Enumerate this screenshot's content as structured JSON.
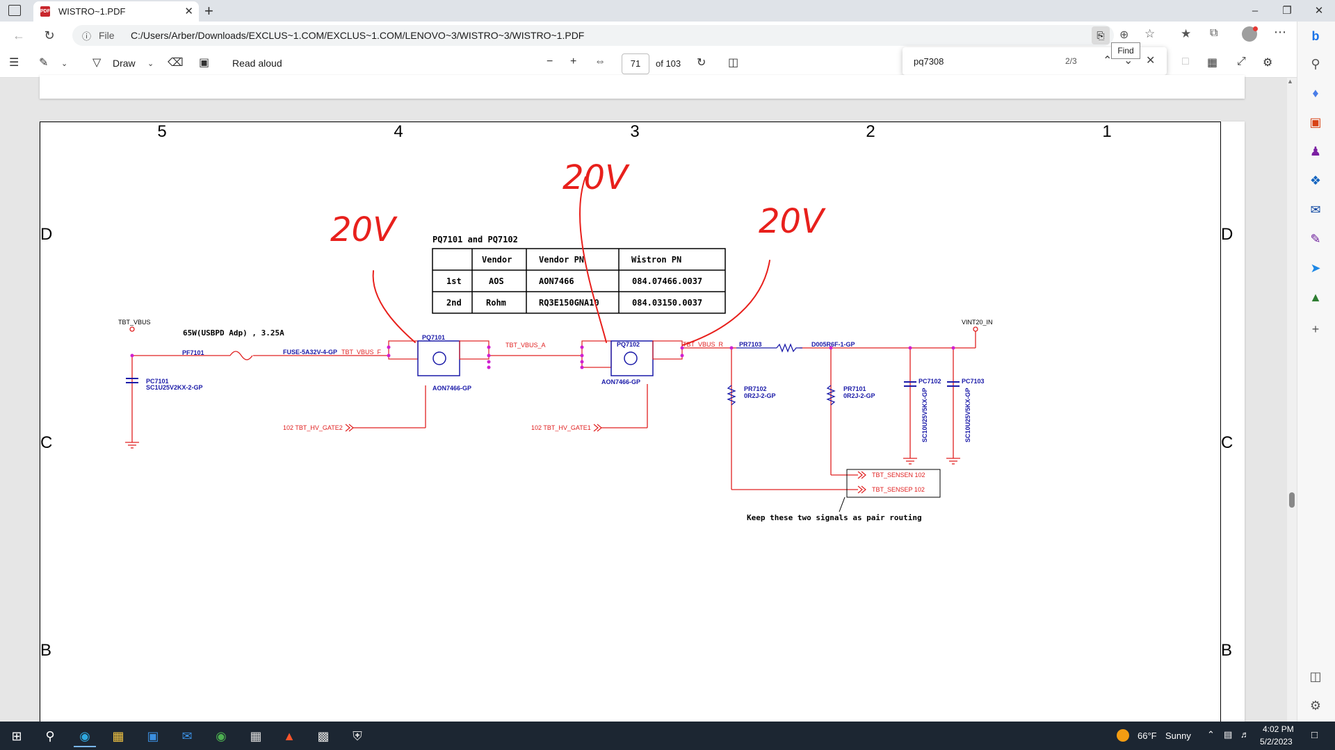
{
  "browser": {
    "tab_title": "WISTRO~1.PDF",
    "tab_close": "✕",
    "new_tab": "+",
    "address": {
      "scheme_label": "File",
      "url": "C:/Users/Arber/Downloads/EXCLUS~1.COM/EXCLUS~1.COM/LENOVO~3/WISTRO~3/WISTRO~1.PDF"
    }
  },
  "pdf_toolbar": {
    "draw_label": "Draw",
    "read_aloud_label": "Read aloud",
    "page_number": "71",
    "page_total": "of 103"
  },
  "find": {
    "query": "pq7308",
    "count": "2/3",
    "tooltip": "Find"
  },
  "schematic": {
    "zone_columns": [
      "5",
      "4",
      "3",
      "2",
      "1"
    ],
    "zone_rows": [
      "D",
      "C",
      "B"
    ],
    "handwritten": [
      "20V",
      "20V",
      "20V"
    ],
    "table": {
      "title": "PQ7101 and PQ7102",
      "headers": [
        "",
        "Vendor",
        "Vendor PN",
        "Wistron PN"
      ],
      "rows": [
        [
          "1st",
          "AOS",
          "AON7466",
          "084.07466.0037"
        ],
        [
          "2nd",
          "Rohm",
          "RQ3E150GNA10",
          "084.03150.0037"
        ]
      ]
    },
    "labels": {
      "tbt_vbus": "TBT_VBUS",
      "power_note": "65W(USBPD Adp) , 3.25A",
      "pf7101": "PF7101",
      "fuse": "FUSE-5A32V-4-GP",
      "tbt_vbus_f": "TBT_VBUS_F",
      "pq7101": "PQ7101",
      "aon7466_1": "AON7466-GP",
      "tbt_vbus_a": "TBT_VBUS_A",
      "pq7102": "PQ7102",
      "aon7466_2": "AON7466-GP",
      "tbt_vbus_r": "TBT_VBUS_R",
      "pr7103": "PR7103",
      "d005": "D005R6F-1-GP",
      "vint20_in": "VINT20_IN",
      "pc7101": "PC7101",
      "pc7101_pn": "SC1U25V2KX-2-GP",
      "pr7102": "PR7102",
      "pr7102_pn": "0R2J-2-GP",
      "pr7101": "PR7101",
      "pr7101_pn": "0R2J-2-GP",
      "pc7102": "PC7102",
      "pc7102_pn": "SC10U25V5KX-GP",
      "pc7103": "PC7103",
      "pc7103_pn": "SC10U25V5KX-GP",
      "gate2": "102  TBT_HV_GATE2",
      "gate1": "102  TBT_HV_GATE1",
      "sensen": "TBT_SENSEN  102",
      "sensep": "TBT_SENSEP  102",
      "pair_note": "Keep these two signals as pair routing"
    }
  },
  "taskbar": {
    "temperature": "66°F",
    "weather": "Sunny",
    "time": "4:02 PM",
    "date": "5/2/2023"
  },
  "colors": {
    "schematic_red": "#e02020",
    "schematic_blue": "#1a1aa8",
    "pin_magenta": "#d020d0",
    "handwriting_red": "#e8201c",
    "taskbar": "#1c2632"
  }
}
